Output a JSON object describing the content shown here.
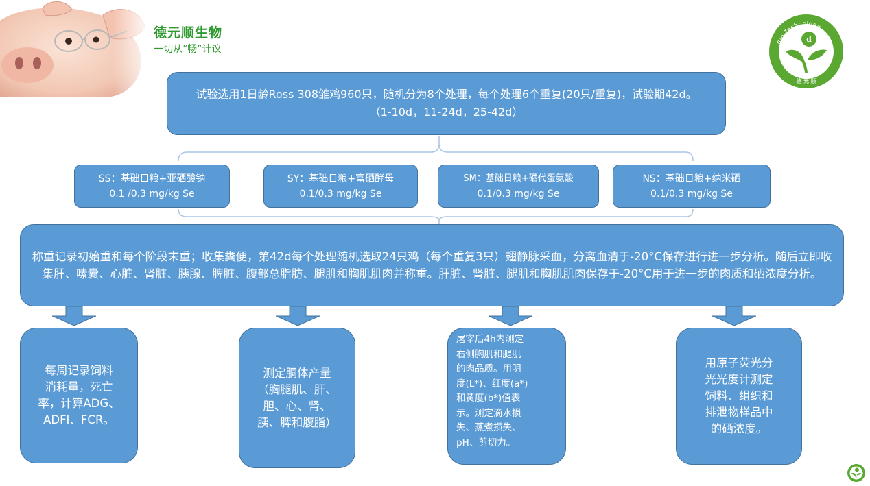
{
  "header": {
    "brand_name": "德元顺生物",
    "slogan": "一切从“畅”计议",
    "logo_ring_text": "Bio-Technology",
    "logo_bottom_text": "德 元 顺"
  },
  "colors": {
    "box_fill": "#5b9bd5",
    "box_border": "#41719c",
    "brand_green": "#2e9a2e",
    "logo_green": "#5aa832",
    "text": "#ffffff"
  },
  "top_box": {
    "text": "试验选用1日龄Ross 308雏鸡960只，随机分为8个处理，每个处理6个重复(20只/重复)，试验期42d。（1-10d，11-24d，25-42d）"
  },
  "treatments": [
    {
      "label": "SS：基础日粮+亚硒酸钠",
      "dose": "0.1 /0.3 mg/kg Se"
    },
    {
      "label": "SY：基础日粮+富硒酵母",
      "dose": "0.1/0.3 mg/kg Se"
    },
    {
      "label": "SM：基础日粮+硒代蛋氨酸",
      "dose": "0.1/0.3 mg/kg Se"
    },
    {
      "label": "NS：基础日粮+纳米硒",
      "dose": "0.1/0.3 mg/kg Se"
    }
  ],
  "middle_box": {
    "text": "称重记录初始重和每个阶段末重；收集粪便，第42d每个处理随机选取24只鸡（每个重复3只）翅静脉采血，分离血清于-20°C保存进行进一步分析。随后立即收集肝、嗉囊、心脏、肾脏、胰腺、脾脏、腹部总脂肪、腿肌和胸肌肌肉并称重。肝脏、肾脏、腿肌和胸肌肌肉保存于-20°C用于进一步的肉质和硒浓度分析。"
  },
  "outcomes": [
    {
      "text": "每周记录饲料\n消耗量，死亡\n率，计算ADG、\nADFI、FCR。"
    },
    {
      "text": "测定胴体产量\n（胸腿肌、肝、\n胆、心、肾、\n胰、脾和腹脂）"
    },
    {
      "text": "屠宰后4h内测定\n右侧胸肌和腿肌\n的肉品质。用明\n度(L*)、红度(a*)\n和黄度(b*)值表\n示。测定滴水损\n失、蒸煮损失、\npH、剪切力。"
    },
    {
      "text": "用原子荧光分\n光光度计测定\n饲料、组织和\n排泄物样品中\n的硒浓度。"
    }
  ]
}
